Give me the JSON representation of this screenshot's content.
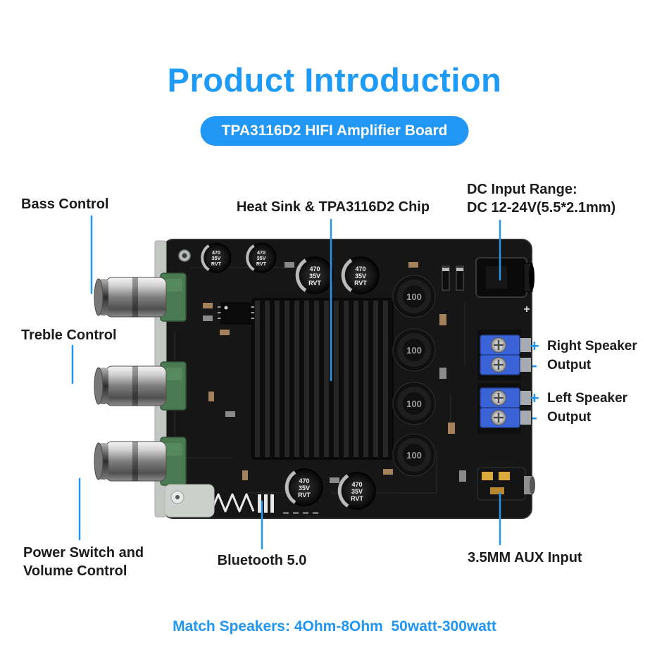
{
  "page": {
    "title": "Product Introduction",
    "badge": "TPA3116D2 HIFI Amplifier Board",
    "footer": "Match Speakers: 4Ohm-8Ohm  50watt-300watt"
  },
  "callouts": {
    "bass": "Bass Control",
    "treble": "Treble Control",
    "power": "Power Switch and\nVolume Control",
    "heatsink": "Heat Sink & TPA3116D2 Chip",
    "dc_input": "DC Input Range:\nDC 12-24V(5.5*2.1mm)",
    "bluetooth": "Bluetooth 5.0",
    "aux": "3.5MM AUX Input",
    "right_speaker": {
      "plus": "+",
      "line1": "Right Speaker",
      "minus": "-",
      "line2": "Output"
    },
    "left_speaker": {
      "plus": "+",
      "line1": "Left Speaker",
      "minus": "-",
      "line2": "Output"
    }
  },
  "board_markings": {
    "capacitor": {
      "line1": "470",
      "line2": "35V",
      "line3": "RVT"
    },
    "inductor": "100",
    "dc_plus": "+"
  },
  "colors": {
    "accent_blue": "#2196F3",
    "title_blue": "#1E9BF7",
    "label_text": "#1b1b1b",
    "pcb_black": "#161616",
    "terminal_blue": "#3A63D8",
    "pot_green": "#4a7a52"
  }
}
